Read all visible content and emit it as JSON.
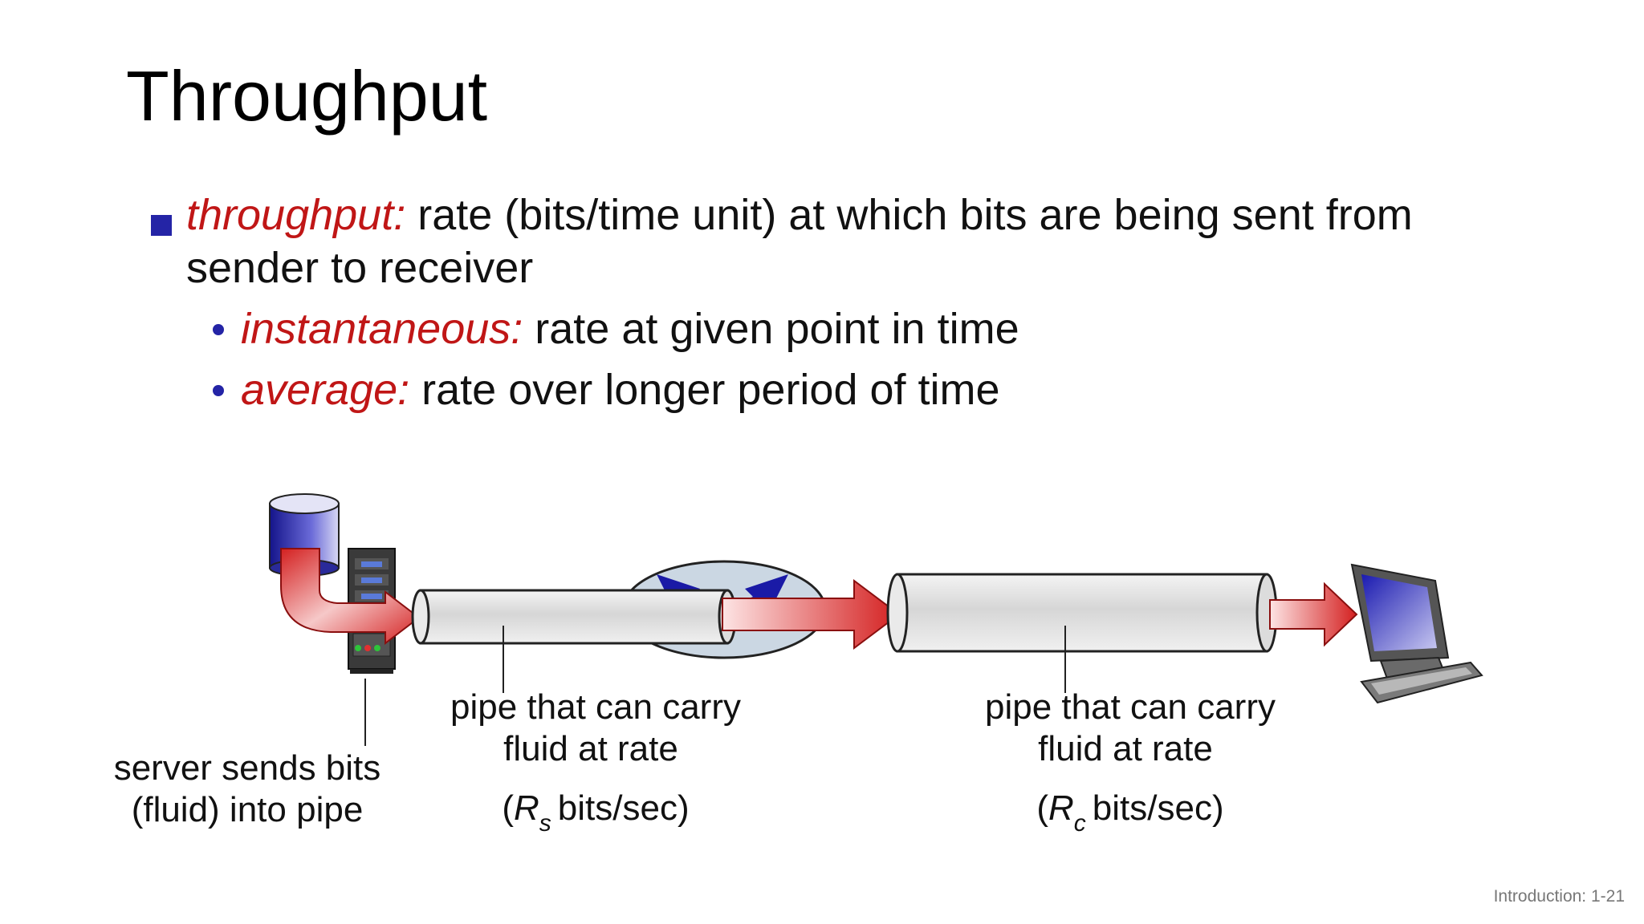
{
  "slide": {
    "title": "Throughput",
    "footer": "Introduction: 1-21"
  },
  "bullets": {
    "main": {
      "term": "throughput:",
      "text": " rate (bits/time unit) at which bits are being sent from sender to receiver"
    },
    "sub": [
      {
        "term": "instantaneous:",
        "text": " rate at given point in time"
      },
      {
        "term": "average:",
        "text": " rate over longer period of time"
      }
    ]
  },
  "diagram": {
    "server_label": [
      "server sends bits",
      "(fluid) into pipe"
    ],
    "pipe_s": {
      "label": [
        "pipe that can carry",
        "fluid at rate"
      ],
      "rate_open": "(",
      "rate_var": "R",
      "rate_sub": "s",
      "rate_unit": "bits/sec)"
    },
    "pipe_c": {
      "label": [
        "pipe that can carry",
        "fluid at rate"
      ],
      "rate_open": "(",
      "rate_var": "R",
      "rate_sub": "c",
      "rate_unit": "bits/sec)"
    },
    "colors": {
      "term": "#c01616",
      "bullet": "#2424a6",
      "arrow": "#d42020",
      "pipe": "#d9d9d9",
      "router": "#b8c8d8"
    },
    "icons": [
      "database-icon",
      "server-tower-icon",
      "router-icon",
      "desktop-computer-icon"
    ]
  }
}
